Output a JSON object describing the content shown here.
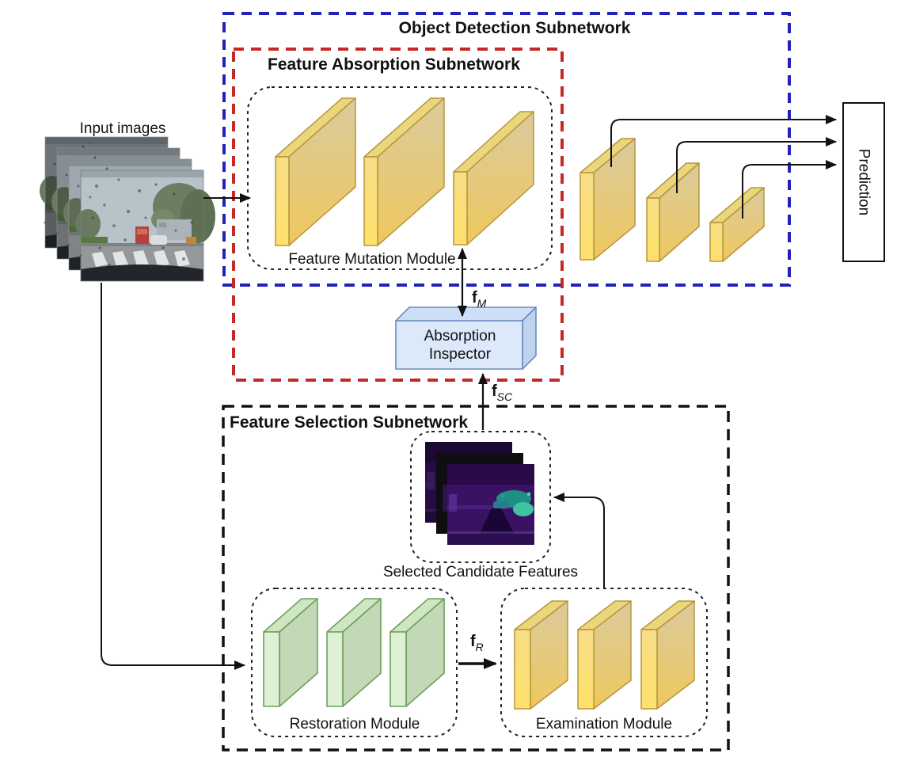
{
  "subnetworks": {
    "object_detection": {
      "title": "Object Detection Subnetwork",
      "color": "#2222bb"
    },
    "feature_absorption": {
      "title": "Feature Absorption Subnetwork",
      "color": "#c62828"
    },
    "feature_selection": {
      "title": "Feature Selection Subnetwork",
      "color": "#111111"
    }
  },
  "nodes": {
    "input_images": "Input images",
    "feature_mutation_module": "Feature Mutation Module",
    "absorption_inspector": {
      "line1": "Absorption",
      "line2": "Inspector"
    },
    "selected_candidate_features": "Selected Candidate Features",
    "restoration_module": "Restoration Module",
    "examination_module": "Examination Module",
    "prediction": "Prediction"
  },
  "flow_labels": {
    "f_m": {
      "base": "f",
      "sub": "M"
    },
    "f_sc": {
      "base": "f",
      "sub": "SC"
    },
    "f_r": {
      "base": "f",
      "sub": "R"
    }
  },
  "colors": {
    "blue_border": "#2222bb",
    "red_border": "#c62828",
    "black_border": "#111111",
    "yellow_slab_front": "#fee16f",
    "yellow_slab_top": "#ecd67c",
    "yellow_slab_stroke": "#b6953e",
    "green_slab_front": "#def0d5",
    "green_slab_top": "#cfe6c3",
    "green_slab_side": "#c3d8b6",
    "green_slab_stroke": "#6f9f5c",
    "inspector_front": "#dbe9fb",
    "inspector_stroke": "#6d8cc0"
  }
}
